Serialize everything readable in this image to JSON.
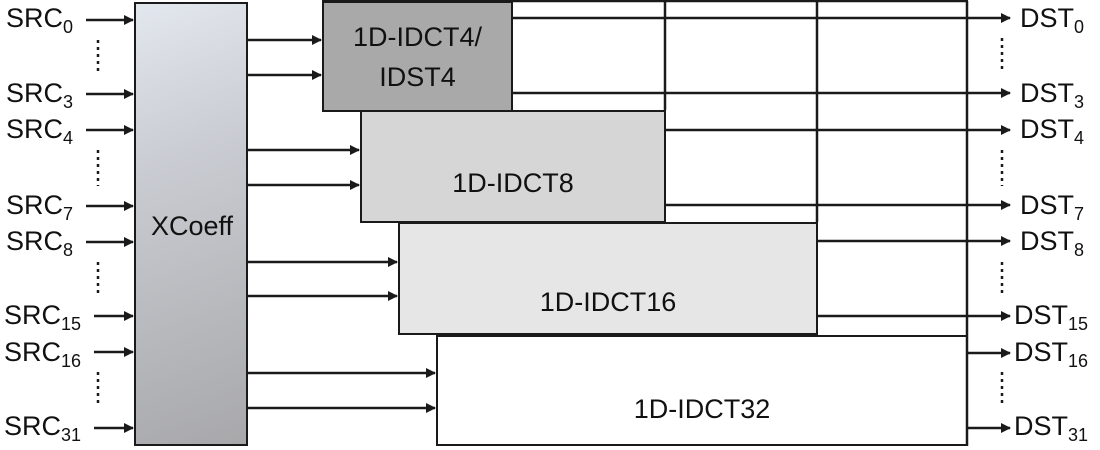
{
  "blocks": {
    "xcoeff": "XCoeff",
    "idct4_line1": "1D-IDCT4/",
    "idct4_line2": "IDST4",
    "idct8": "1D-IDCT8",
    "idct16": "1D-IDCT16",
    "idct32": "1D-IDCT32"
  },
  "inputs": [
    {
      "name": "SRC",
      "index": "0"
    },
    {
      "name": "SRC",
      "index": "3"
    },
    {
      "name": "SRC",
      "index": "4"
    },
    {
      "name": "SRC",
      "index": "7"
    },
    {
      "name": "SRC",
      "index": "8"
    },
    {
      "name": "SRC",
      "index": "15"
    },
    {
      "name": "SRC",
      "index": "16"
    },
    {
      "name": "SRC",
      "index": "31"
    }
  ],
  "outputs": [
    {
      "name": "DST",
      "index": "0"
    },
    {
      "name": "DST",
      "index": "3"
    },
    {
      "name": "DST",
      "index": "4"
    },
    {
      "name": "DST",
      "index": "7"
    },
    {
      "name": "DST",
      "index": "8"
    },
    {
      "name": "DST",
      "index": "15"
    },
    {
      "name": "DST",
      "index": "16"
    },
    {
      "name": "DST",
      "index": "31"
    }
  ],
  "colors": {
    "idct4": "#a9a9a9",
    "idct8": "#d6d6d6",
    "idct16": "#e6e6e6",
    "idct32": "#ffffff",
    "xcoeff_top": "#e3e7ee",
    "xcoeff_bottom": "#a8a8ab",
    "line": "#1a1a1a"
  }
}
